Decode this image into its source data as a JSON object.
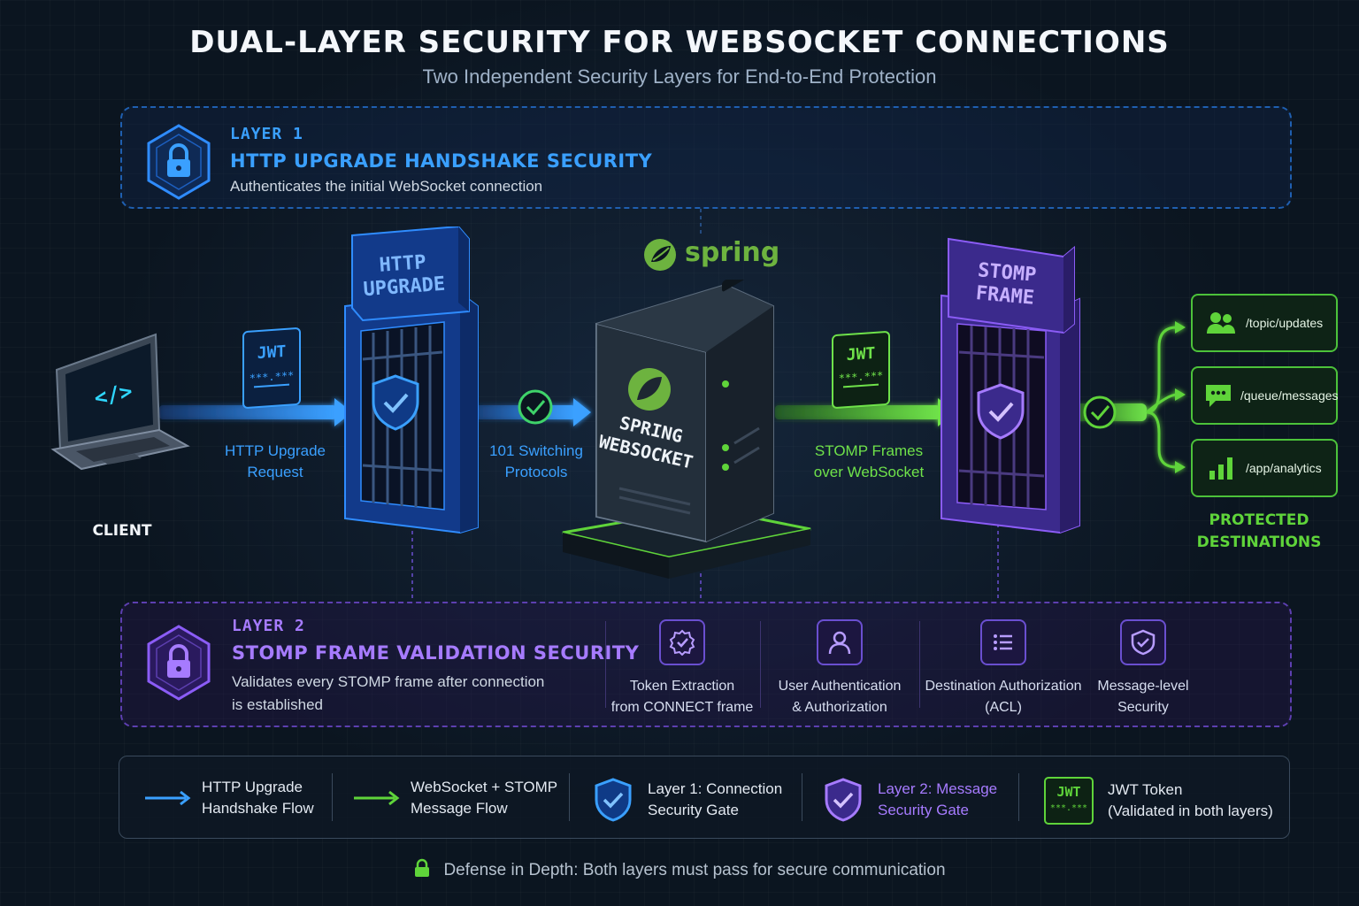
{
  "title": "DUAL-LAYER SECURITY FOR WEBSOCKET CONNECTIONS",
  "subtitle": "Two Independent Security Layers for End-to-End Protection",
  "layer1": {
    "tag": "LAYER 1",
    "heading": "HTTP UPGRADE HANDSHAKE SECURITY",
    "description": "Authenticates the initial WebSocket connection"
  },
  "layer2": {
    "tag": "LAYER 2",
    "heading": "STOMP FRAME VALIDATION SECURITY",
    "description_line1": "Validates every STOMP frame after connection",
    "description_line2": "is established",
    "features": [
      {
        "icon": "badge-check-icon",
        "line1": "Token Extraction",
        "line2": "from CONNECT frame"
      },
      {
        "icon": "user-icon",
        "line1": "User Authentication",
        "line2": "& Authorization"
      },
      {
        "icon": "list-icon",
        "line1": "Destination Authorization",
        "line2": "(ACL)"
      },
      {
        "icon": "shield-check-icon",
        "line1": "Message-level",
        "line2": "Security"
      }
    ]
  },
  "client": {
    "label": "CLIENT",
    "screen_glyph": "</>"
  },
  "jwt_token": {
    "label": "JWT",
    "mask": "***.***"
  },
  "http_gate": {
    "sign_line1": "HTTP",
    "sign_line2": "UPGRADE"
  },
  "stomp_gate": {
    "sign_line1": "STOMP",
    "sign_line2": "FRAME"
  },
  "flow_labels": {
    "upgrade_request_line1": "HTTP Upgrade",
    "upgrade_request_line2": "Request",
    "switching_line1": "101 Switching",
    "switching_line2": "Protocols",
    "stomp_frames_line1": "STOMP Frames",
    "stomp_frames_line2": "over WebSocket"
  },
  "spring": {
    "logo_text": "spring",
    "server_line1": "SPRING",
    "server_line2": "WEBSOCKET"
  },
  "destinations": {
    "items": [
      {
        "icon": "users-icon",
        "path": "/topic/updates"
      },
      {
        "icon": "chat-icon",
        "path": "/queue/messages"
      },
      {
        "icon": "bar-chart-icon",
        "path": "/app/analytics"
      }
    ],
    "caption_line1": "PROTECTED",
    "caption_line2": "DESTINATIONS"
  },
  "legend": {
    "http_flow_line1": "HTTP Upgrade",
    "http_flow_line2": "Handshake Flow",
    "ws_flow_line1": "WebSocket + STOMP",
    "ws_flow_line2": "Message Flow",
    "gate1_line1": "Layer 1: Connection",
    "gate1_line2": "Security Gate",
    "gate2_line1": "Layer 2: Message",
    "gate2_line2": "Security Gate",
    "jwt_badge": "JWT",
    "jwt_badge_mask": "***.***",
    "jwt_line1": "JWT Token",
    "jwt_line2": "(Validated in both layers)"
  },
  "footer": "Defense in Depth: Both layers must pass for secure communication",
  "colors": {
    "layer1_blue": "#2f8cff",
    "layer2_violet": "#8b5cf6",
    "spring_green": "#6db33f",
    "flow_green": "#5fd43a",
    "background": "#0b1520"
  }
}
